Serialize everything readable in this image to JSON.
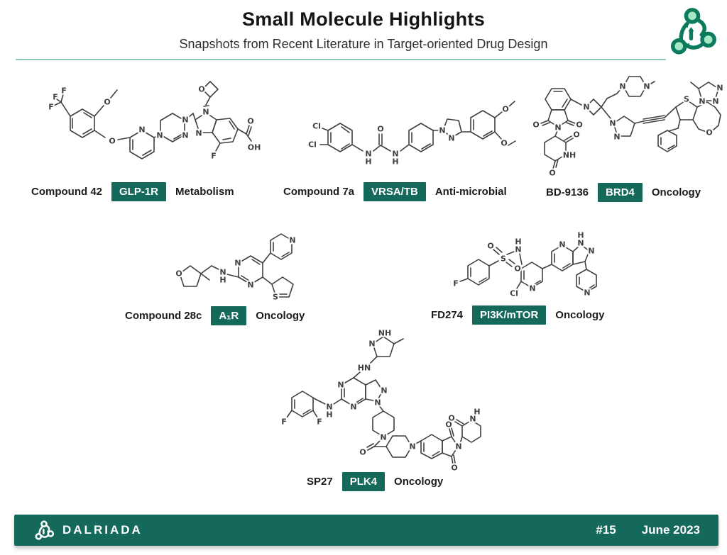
{
  "header": {
    "title": "Small Molecule Highlights",
    "subtitle": "Snapshots from Recent Literature in Target-oriented Drug Design"
  },
  "compounds": [
    {
      "name": "Compound 42",
      "target": "GLP-1R",
      "area": "Metabolism",
      "atoms": [
        "F",
        "F",
        "F",
        "O",
        "O",
        "N",
        "N",
        "N",
        "N",
        "O",
        "N",
        "N",
        "F",
        "O",
        "OH"
      ]
    },
    {
      "name": "Compound 7a",
      "target": "VRSA/TB",
      "area": "Anti-microbial",
      "atoms": [
        "Cl",
        "Cl",
        "N",
        "H",
        "O",
        "N",
        "H",
        "N",
        "N",
        "O",
        "O"
      ]
    },
    {
      "name": "BD-9136",
      "target": "BRD4",
      "area": "Oncology",
      "atoms": [
        "O",
        "O",
        "N",
        "O",
        "NH",
        "O",
        "N",
        "N",
        "N",
        "N",
        "N",
        "S",
        "O",
        "N",
        "N",
        "N"
      ]
    },
    {
      "name": "Compound 28c",
      "target": "A₁R",
      "area": "Oncology",
      "atoms": [
        "O",
        "N",
        "H",
        "N",
        "N",
        "N",
        "S"
      ]
    },
    {
      "name": "FD274",
      "target": "PI3K/mTOR",
      "area": "Oncology",
      "atoms": [
        "F",
        "O",
        "S",
        "O",
        "N",
        "H",
        "Cl",
        "N",
        "N",
        "N",
        "H",
        "N",
        "N"
      ]
    },
    {
      "name": "SP27",
      "target": "PLK4",
      "area": "Oncology",
      "atoms": [
        "N",
        "NH",
        "HN",
        "N",
        "N",
        "N",
        "N",
        "N",
        "H",
        "F",
        "F",
        "N",
        "O",
        "N",
        "O",
        "O",
        "N",
        "O",
        "N",
        "H"
      ]
    }
  ],
  "footer": {
    "brand": "DALRIADA",
    "issue": "#15",
    "date": "June 2023"
  },
  "colors": {
    "accent_teal": "#15695B",
    "divider_green": "#8FCBB0",
    "logo_teal": "#0C7A5C",
    "logo_fill": "#A6E7C5",
    "structure_gray": "#3F3F3F"
  }
}
